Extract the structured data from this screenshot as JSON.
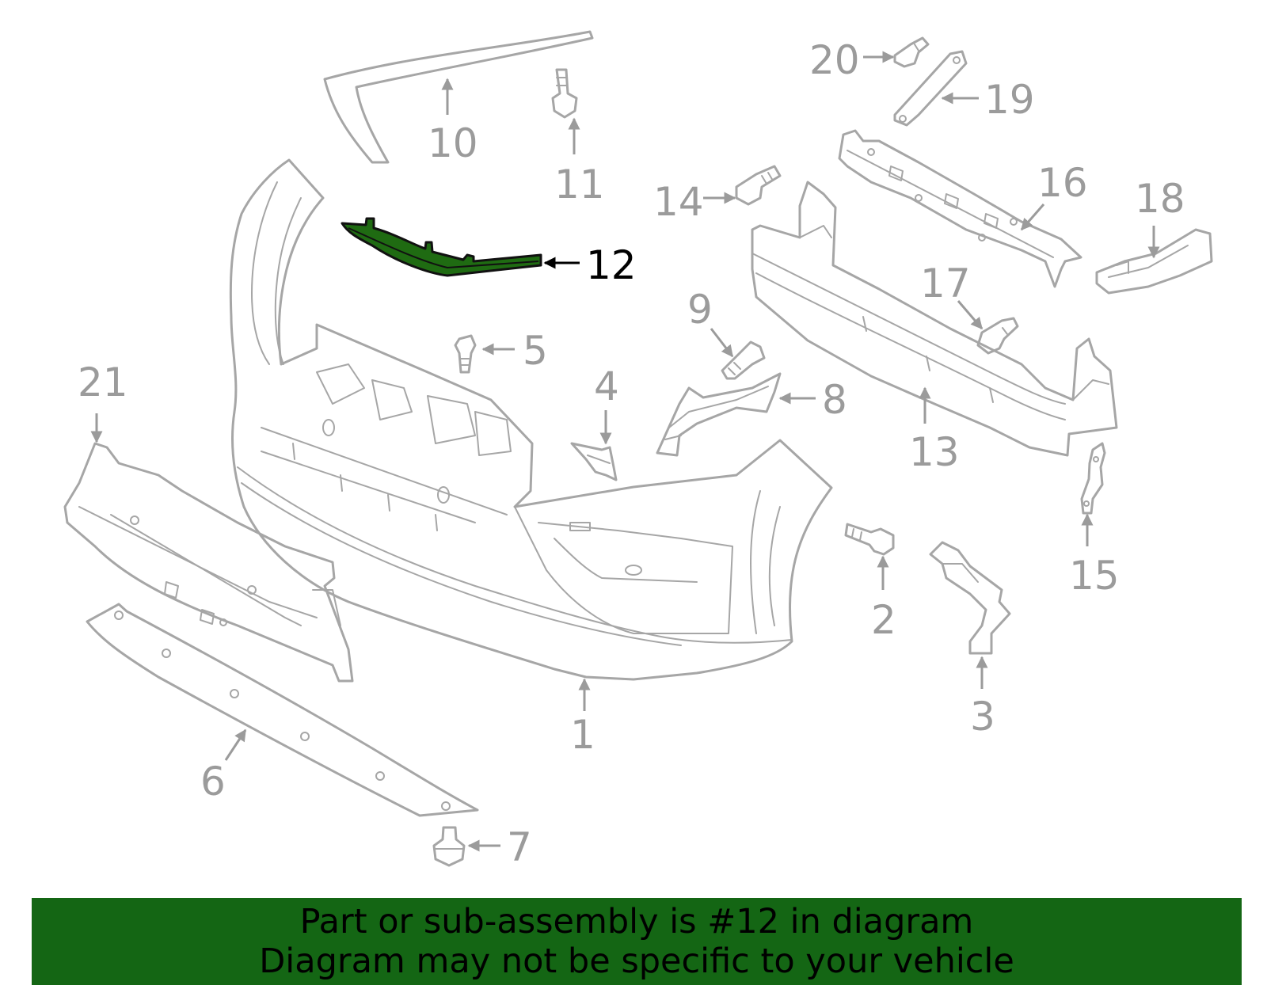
{
  "diagram": {
    "highlight_color": "#1f6b12",
    "line_color": "#a6a6a6",
    "highlighted_part": "12",
    "callouts": [
      {
        "id": "c1",
        "label": "1"
      },
      {
        "id": "c2",
        "label": "2"
      },
      {
        "id": "c3",
        "label": "3"
      },
      {
        "id": "c4",
        "label": "4"
      },
      {
        "id": "c5",
        "label": "5"
      },
      {
        "id": "c6",
        "label": "6"
      },
      {
        "id": "c7",
        "label": "7"
      },
      {
        "id": "c8",
        "label": "8"
      },
      {
        "id": "c9",
        "label": "9"
      },
      {
        "id": "c10",
        "label": "10"
      },
      {
        "id": "c11",
        "label": "11"
      },
      {
        "id": "c12",
        "label": "12"
      },
      {
        "id": "c13",
        "label": "13"
      },
      {
        "id": "c14",
        "label": "14"
      },
      {
        "id": "c15",
        "label": "15"
      },
      {
        "id": "c16",
        "label": "16"
      },
      {
        "id": "c17",
        "label": "17"
      },
      {
        "id": "c18",
        "label": "18"
      },
      {
        "id": "c19",
        "label": "19"
      },
      {
        "id": "c20",
        "label": "20"
      },
      {
        "id": "c21",
        "label": "21"
      }
    ]
  },
  "banner": {
    "background": "#146614",
    "line1": "Part or sub-assembly is #12 in diagram",
    "line2": "Diagram may not be specific to your vehicle"
  }
}
